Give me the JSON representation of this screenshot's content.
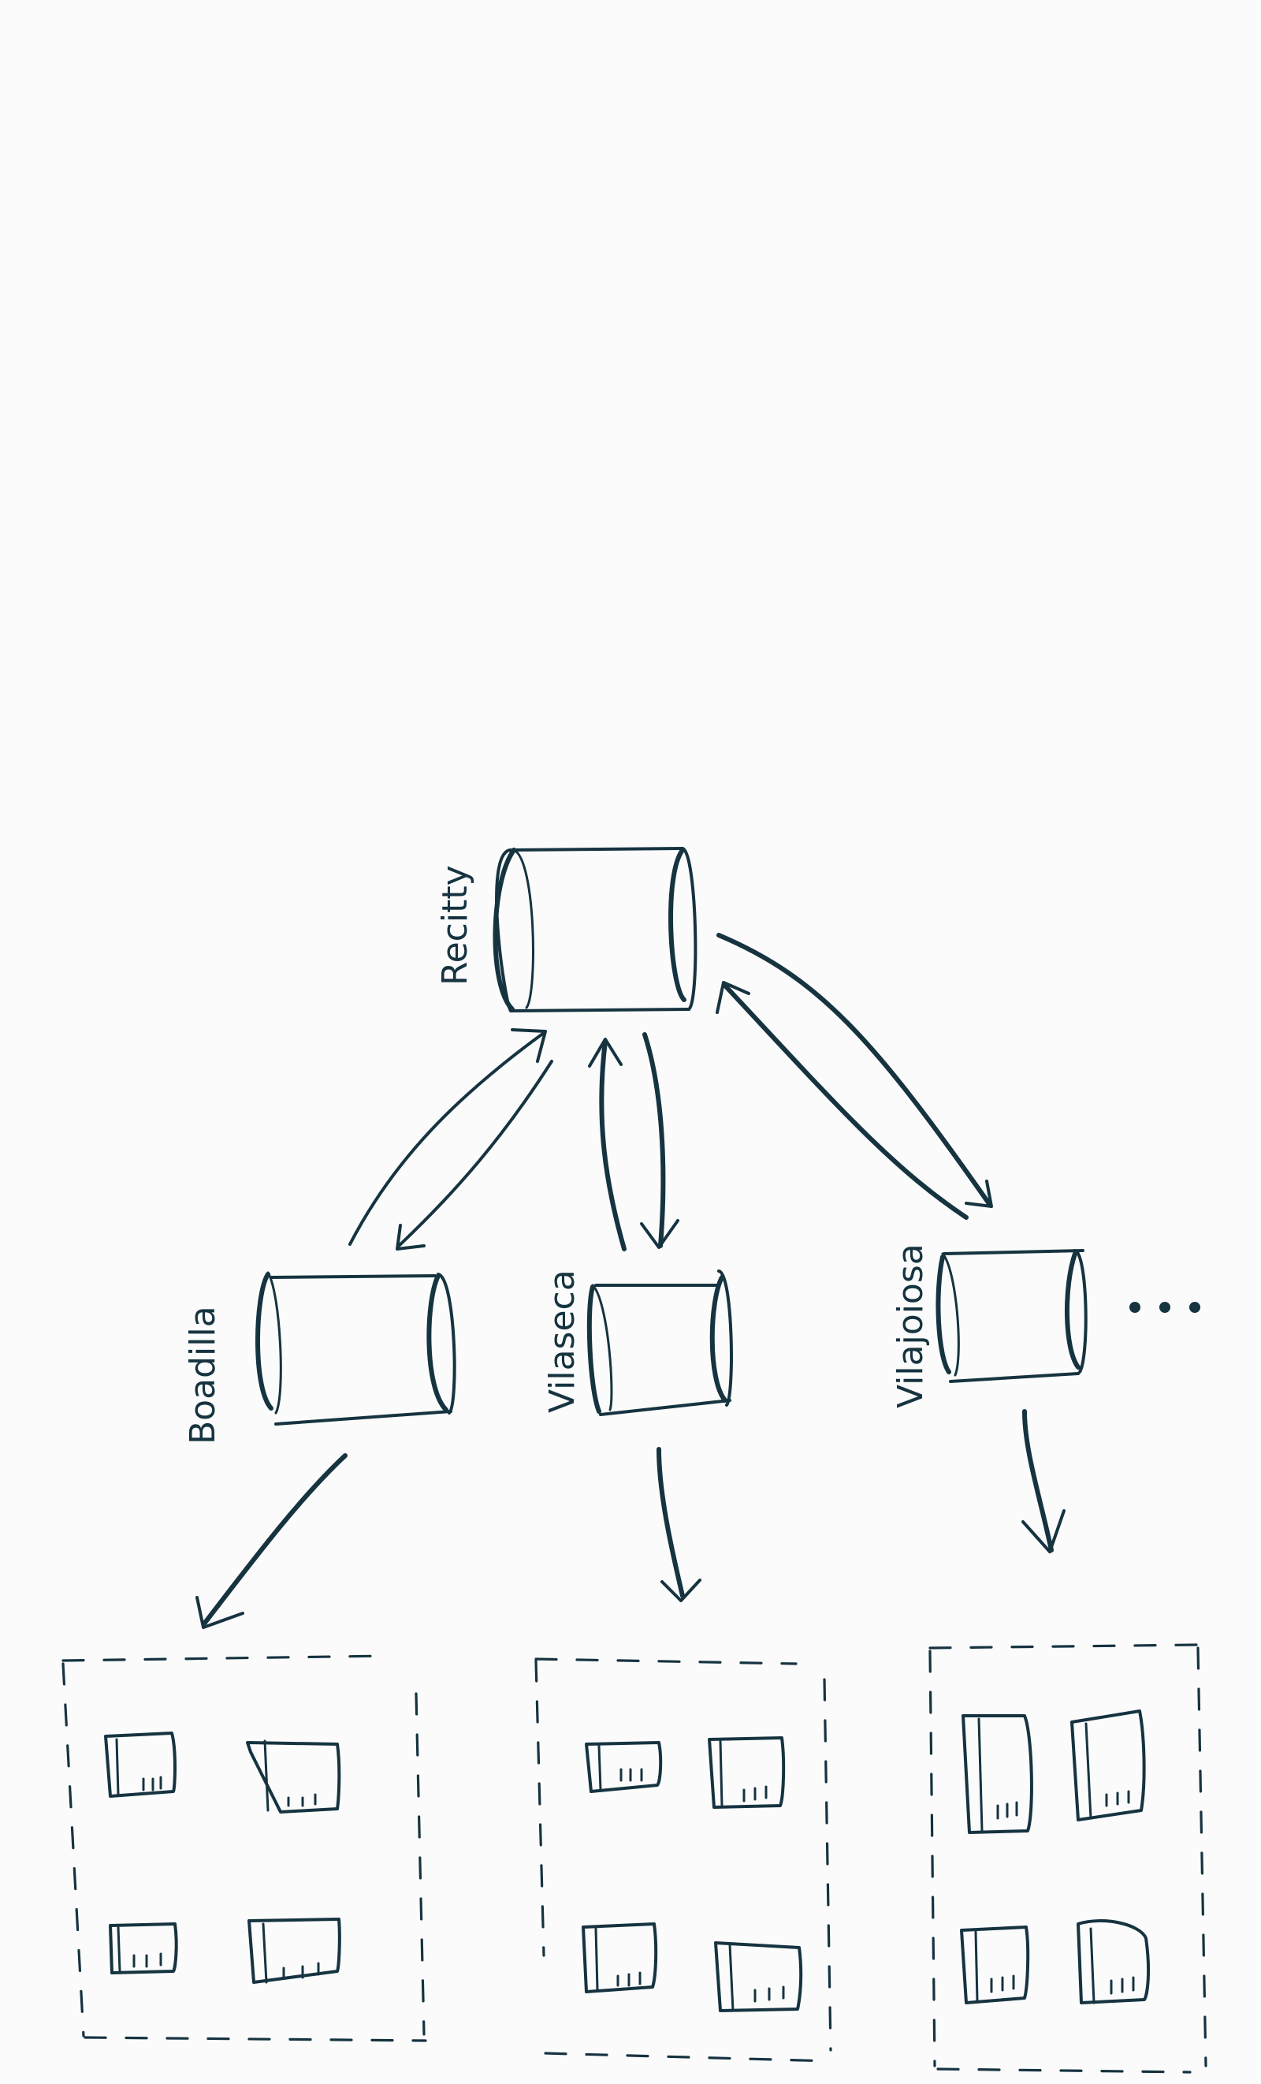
{
  "diagram": {
    "top_node": {
      "label": "Recitty"
    },
    "mid_nodes": [
      {
        "label": "Boadilla"
      },
      {
        "label": "Vilaseca"
      },
      {
        "label": "Vilajoiosa"
      }
    ],
    "continuation": "...",
    "ink_color": "#163340"
  }
}
